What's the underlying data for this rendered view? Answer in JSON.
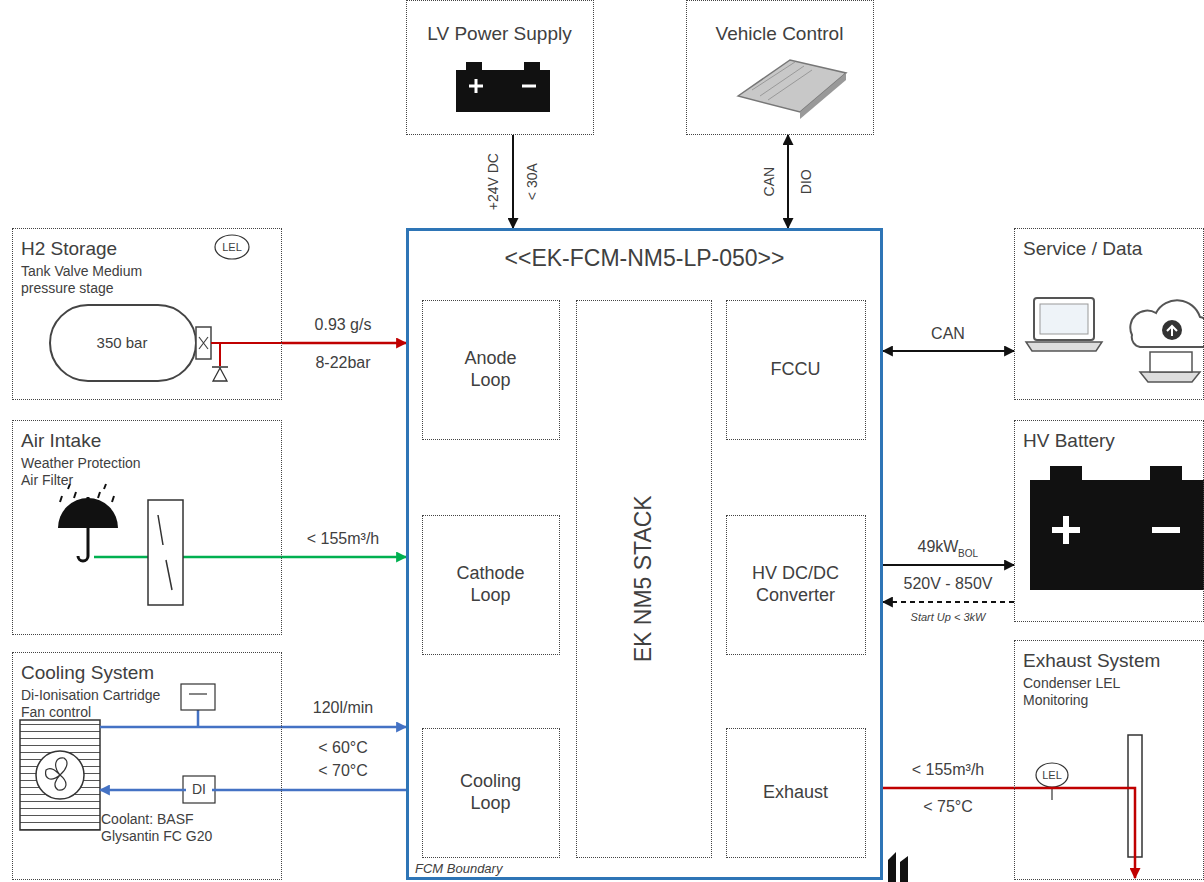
{
  "diagram": {
    "nodes": [
      {
        "text": [
          "LV Power Supply"
        ]
      },
      {
        "text": [
          "Vehicle Control"
        ]
      },
      {
        "text": [
          "H2 Storage",
          "Tank Valve Medium pressure stage"
        ]
      },
      {
        "text": [
          "<<EK-FCM-NM5-LP-050>>",
          "FCM Boundary"
        ]
      },
      {
        "text": [
          "Anode Loop"
        ],
        "in": 3
      },
      {
        "text": [
          "EK NM5 STACK"
        ],
        "in": 3
      },
      {
        "text": [
          "FCCU"
        ],
        "in": 3
      },
      {
        "text": [
          "Service / Data"
        ]
      },
      {
        "text": [
          "Air Intake",
          "Weather Protection Air Filter"
        ]
      },
      {
        "text": [
          "Cathode Loop"
        ],
        "in": 3
      },
      {
        "text": [
          "HV DC/DC Converter"
        ],
        "in": 3
      },
      {
        "text": [
          "HV Battery"
        ]
      },
      {
        "text": [
          "Cooling System",
          "Di-Ionisation Cartridge Fan control",
          "Coolant: BASF Glysantin FC G20"
        ]
      },
      {
        "text": [
          "Cooling Loop"
        ],
        "in": 3
      },
      {
        "text": [
          "Exhaust"
        ],
        "in": 3
      },
      {
        "text": [
          "Exhaust System",
          "Condenser LEL Monitoring"
        ]
      }
    ],
    "edges": [
      {
        "from": 0,
        "to": 3,
        "arrow": "to",
        "label": "+24V DC"
      },
      {
        "from": 1,
        "to": 3,
        "arrow": "both",
        "label": "CAN"
      },
      {
        "from": 2,
        "to": 3,
        "arrow": "to",
        "label": "0.93 g/s"
      },
      {
        "from": 8,
        "to": 3,
        "arrow": "to",
        "label": "< 155m³/h"
      },
      {
        "from": 12,
        "to": 3,
        "arrow": "to",
        "label": "120l/min"
      },
      {
        "from": 3,
        "to": 12,
        "arrow": "to",
        "label": "< 70°C"
      },
      {
        "from": 3,
        "to": 7,
        "arrow": "both",
        "label": "CAN"
      },
      {
        "from": 3,
        "to": 11,
        "arrow": "to",
        "label": "49kW"
      },
      {
        "from": 11,
        "to": 3,
        "arrow": "to",
        "label": "Start Up < 3kW"
      },
      {
        "from": 3,
        "to": 15,
        "arrow": "to",
        "label": "< 155m³/h"
      }
    ],
    "labels": [
      "LEL",
      "350 bar",
      "< 30A",
      "DIO",
      "8-22bar",
      "< 60°C",
      "DI",
      "BOL",
      "520V - 850V",
      "< 75°C",
      "LEL"
    ]
  }
}
